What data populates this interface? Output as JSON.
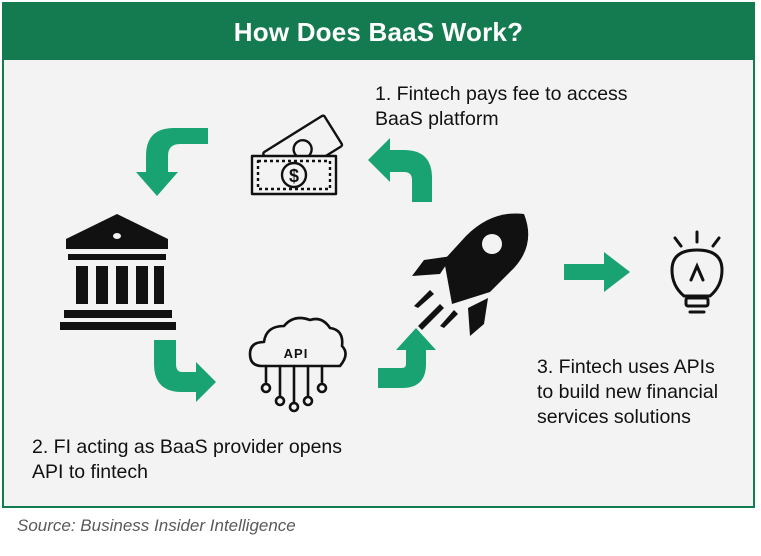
{
  "title": "How Does BaaS Work?",
  "steps": [
    {
      "lines": [
        "1. Fintech pays fee to access",
        "BaaS platform"
      ]
    },
    {
      "lines": [
        "2. FI acting as BaaS provider opens",
        "API to fintech"
      ]
    },
    {
      "lines": [
        "3. Fintech uses APIs",
        "to build new financial",
        "services solutions"
      ]
    }
  ],
  "icons": {
    "money": "money-icon",
    "bank": "bank-icon",
    "api": "cloud-api-icon",
    "rocket": "rocket-icon",
    "bulb": "lightbulb-icon"
  },
  "api_label": "API",
  "source": "Source: Business Insider Intelligence",
  "colors": {
    "brand_green": "#147a4f",
    "arrow_green": "#1aa372",
    "panel": "#f3f3f3",
    "icon": "#111111"
  }
}
